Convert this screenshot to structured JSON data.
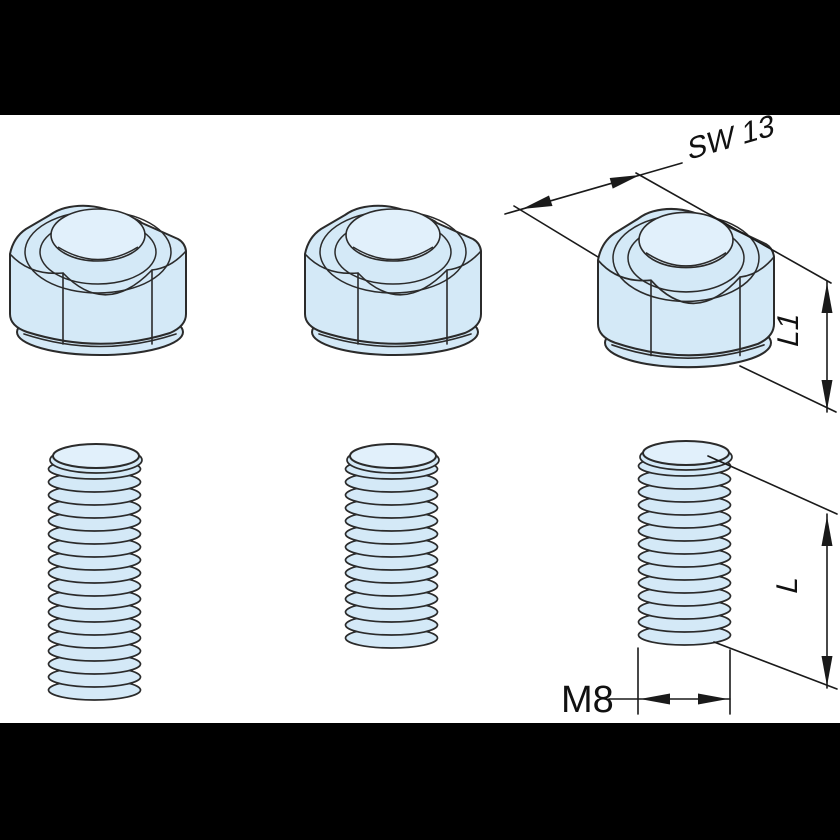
{
  "drawing": {
    "description": "Isometric technical drawing of three hex collar nuts and three threaded studs with dimension callouts",
    "labels": {
      "wrench_size": "SW 13",
      "nut_height": "L1",
      "stud_length": "L",
      "thread_size": "M8"
    },
    "colors": {
      "part_fill": "#d4e9f7",
      "part_fill_light": "#e1f0fb",
      "outline": "#2b2b2b",
      "dimension": "#1a1a1a",
      "canvas": "#ffffff",
      "letterbox": "#000000"
    },
    "parts": [
      {
        "name": "hex nut with collar",
        "count": 3
      },
      {
        "name": "threaded stud",
        "count": 3
      }
    ]
  }
}
